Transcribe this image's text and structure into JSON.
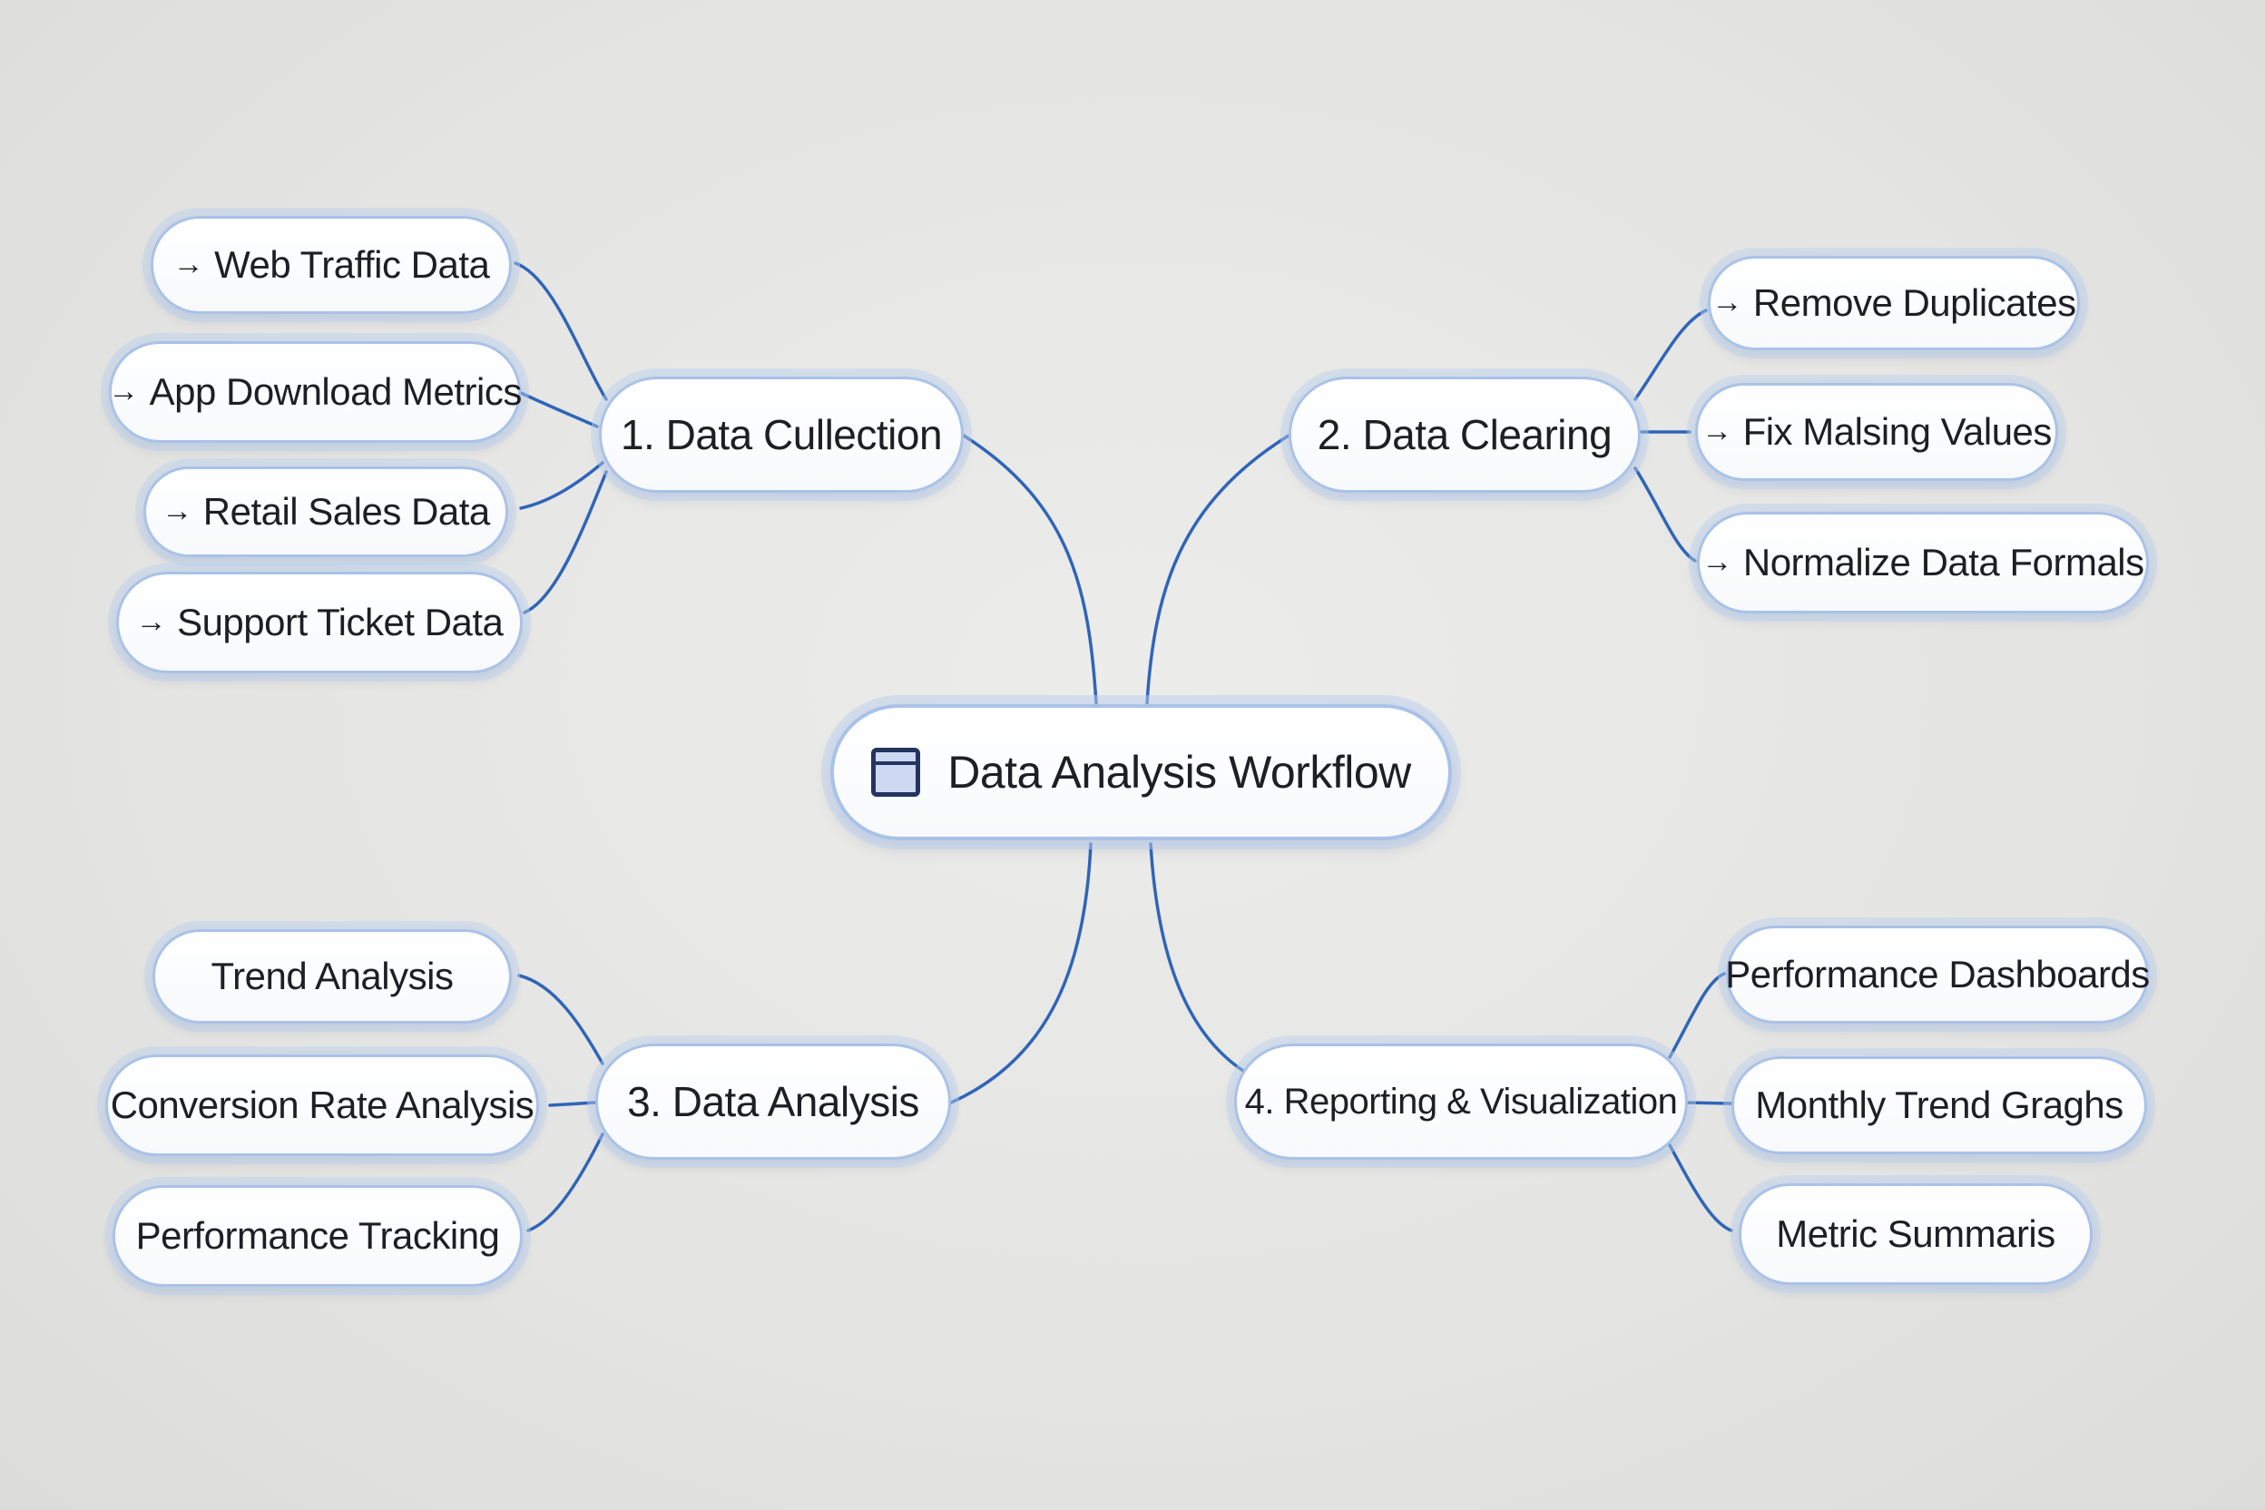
{
  "root": {
    "label": "Data Analysis Workflow",
    "icon": "notebook-icon"
  },
  "branches": [
    {
      "label": "1. Data Cullection",
      "children": [
        "Web Traffic Data",
        "App Download Metrics",
        "Retail Sales Data",
        "Support Ticket Data"
      ]
    },
    {
      "label": "2. Data Clearing",
      "children": [
        "Remove Duplicates",
        "Fix Malsing Values",
        "Normalize Data Formals"
      ]
    },
    {
      "label": "3. Data Analysis",
      "children": [
        "Trend Analysis",
        "Conversion Rate Analysis",
        "Performance Tracking"
      ]
    },
    {
      "label": "4. Reporting & Visualization",
      "children": [
        "Performance Dashboards",
        "Monthly Trend Graghs",
        "Metric Summaris"
      ]
    }
  ],
  "arrow_glyph": "→",
  "colors": {
    "connector": "#2f65b8",
    "node_border": "#a9c2e8",
    "node_glow": "#bbd0f0",
    "background": "#e6e6e4",
    "text": "#1d1f24"
  }
}
